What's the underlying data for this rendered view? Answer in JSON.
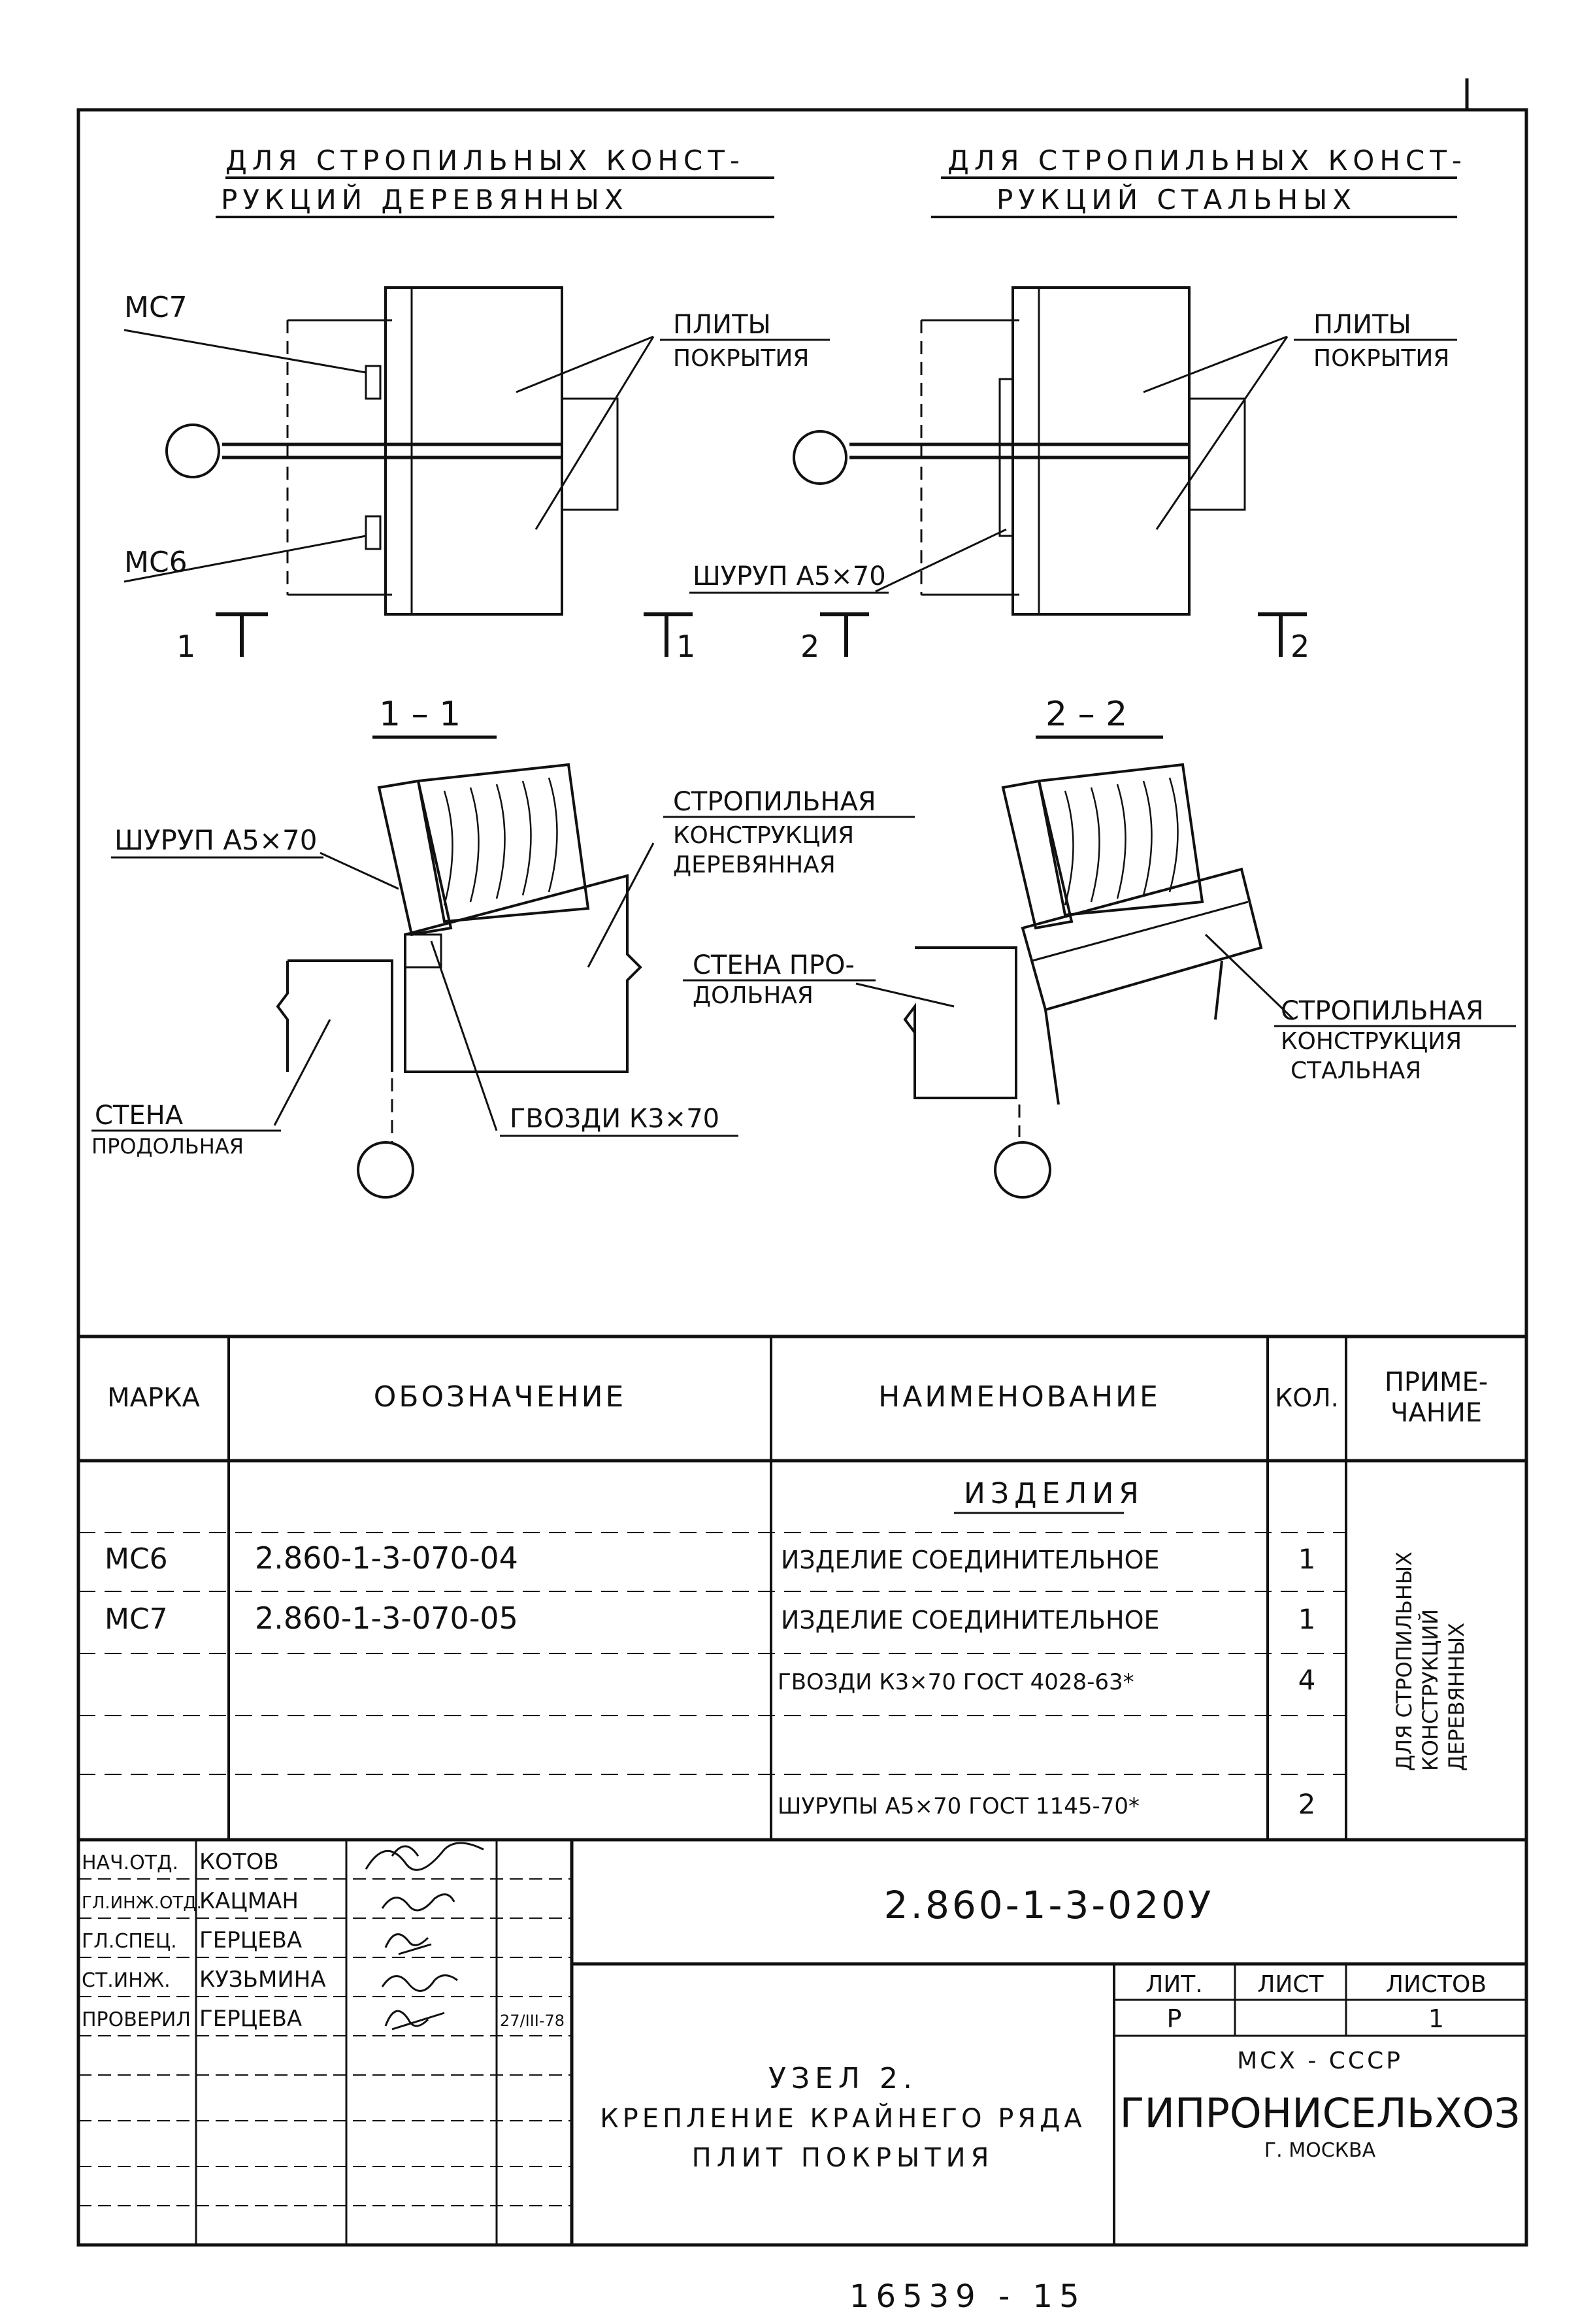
{
  "headings": {
    "wood": [
      "ДЛЯ СТРОПИЛЬНЫХ КОНСТ-",
      "РУКЦИЙ ДЕРЕВЯННЫХ"
    ],
    "steel": [
      "ДЛЯ СТРОПИЛЬНЫХ КОНСТ-",
      "РУКЦИЙ СТАЛЬНЫХ"
    ]
  },
  "plan_labels": {
    "mc7": "МС7",
    "mc6": "МС6",
    "plates_left": [
      "ПЛИТЫ",
      "ПОКРЫТИЯ"
    ],
    "plates_right": [
      "ПЛИТЫ",
      "ПОКРЫТИЯ"
    ],
    "screw_right": "ШУРУП А5×70",
    "cut1_left": "1",
    "cut1_right": "1",
    "cut2_left": "2",
    "cut2_right": "2"
  },
  "sections": {
    "s1_title": "1 – 1",
    "s2_title": "2 – 2",
    "screw": "ШУРУП А5×70",
    "rafter_wood": [
      "СТРОПИЛЬНАЯ",
      "КОНСТРУКЦИЯ",
      "ДЕРЕВЯННАЯ"
    ],
    "wall_long_right": [
      "СТЕНА ПРО-",
      "ДОЛЬНАЯ"
    ],
    "wall_long_left": [
      "СТЕНА",
      "ПРОДОЛЬНАЯ"
    ],
    "nails": "ГВОЗДИ К3×70",
    "rafter_steel": [
      "СТРОПИЛЬНАЯ",
      "КОНСТРУКЦИЯ",
      "СТАЛЬНАЯ"
    ]
  },
  "spec": {
    "headers": {
      "mark": "МАРКА",
      "designation": "ОБОЗНАЧЕНИЕ",
      "name": "НАИМЕНОВАНИЕ",
      "qty": "КОЛ.",
      "note": [
        "ПРИМЕ-",
        "ЧАНИЕ"
      ]
    },
    "group_title": "ИЗДЕЛИЯ",
    "rows": [
      {
        "mark": "МС6",
        "designation": "2.860-1-3-070-04",
        "name": "ИЗДЕЛИЕ СОЕДИНИТЕЛЬНОЕ",
        "qty": "1"
      },
      {
        "mark": "МС7",
        "designation": "2.860-1-3-070-05",
        "name": "ИЗДЕЛИЕ СОЕДИНИТЕЛЬНОЕ",
        "qty": "1"
      },
      {
        "mark": "",
        "designation": "",
        "name": "ГВОЗДИ К3×70 ГОСТ 4028-63*",
        "qty": "4"
      },
      {
        "mark": "",
        "designation": "",
        "name": "ШУРУПЫ А5×70 ГОСТ 1145-70*",
        "qty": "2"
      }
    ],
    "note_vertical": [
      "ДЛЯ СТРОПИЛЬНЫХ",
      "КОНСТРУКЦИЙ",
      "ДЕРЕВЯННЫХ"
    ]
  },
  "title_block": {
    "staff": [
      {
        "role": "НАЧ.ОТД.",
        "name": "КОТОВ"
      },
      {
        "role": "ГЛ.ИНЖ.ОТД.",
        "name": "КАЦМАН"
      },
      {
        "role": "ГЛ.СПЕЦ.",
        "name": "ГЕРЦЕВА"
      },
      {
        "role": "СТ.ИНЖ.",
        "name": "КУЗЬМИНА"
      },
      {
        "role": "ПРОВЕРИЛ",
        "name": "ГЕРЦЕВА"
      }
    ],
    "date": "27/III-78",
    "doc_number": "2.860-1-3-020У",
    "title": [
      "УЗЕЛ 2.",
      "КРЕПЛЕНИЕ КРАЙНЕГО РЯДА",
      "ПЛИТ ПОКРЫТИЯ"
    ],
    "lit_header": "ЛИТ.",
    "sheet_header": "ЛИСТ",
    "sheets_header": "ЛИСТОВ",
    "lit": "Р",
    "sheet": "",
    "sheets": "1",
    "org_top": "МСХ - СССР",
    "org": "ГИПРОНИСЕЛЬХОЗ",
    "org_city": "Г. МОСКВА"
  },
  "footer_number": "16539 - 15"
}
